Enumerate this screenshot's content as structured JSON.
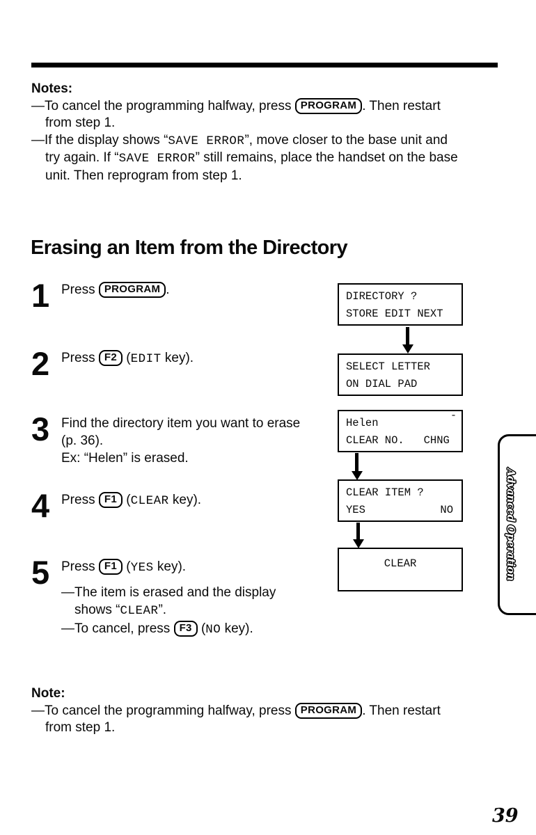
{
  "notes_top": {
    "title": "Notes:",
    "item1": {
      "pre": "—To cancel the programming halfway, press",
      "key": "PROGRAM",
      "post": ". Then restart",
      "cont": "from step 1."
    },
    "item2": {
      "l1_a": "—If the display shows “",
      "l1_code": "SAVE ERROR",
      "l1_b": "”, move closer to the base unit and",
      "l2_a": "try again. If “",
      "l2_code": "SAVE ERROR",
      "l2_b": "” still remains, place the handset on the base",
      "l3": "unit. Then reprogram from step 1."
    }
  },
  "section": {
    "heading": "Erasing an Item from the Directory"
  },
  "steps": [
    {
      "num": "1",
      "pre": "Press",
      "key": "PROGRAM",
      "post": "."
    },
    {
      "num": "2",
      "pre": "Press",
      "key": "F2",
      "mid": "(",
      "code": "EDIT",
      "post": " key)."
    },
    {
      "num": "3",
      "line1": "Find the directory item you want to erase",
      "line2": "(p. 36).",
      "line3": "Ex: “Helen” is erased."
    },
    {
      "num": "4",
      "pre": "Press",
      "key": "F1",
      "mid": "(",
      "code": "CLEAR",
      "post": " key)."
    },
    {
      "num": "5",
      "pre": "Press",
      "key": "F1",
      "mid": "(",
      "code": "YES",
      "post": " key).",
      "sub1": {
        "line1": "—The item is erased and the display",
        "line2_pre": "shows “",
        "code": "CLEAR",
        "line2_post": "”."
      },
      "sub2": {
        "a": "—To cancel, press",
        "key": "F3",
        "mid": "(",
        "code": "NO",
        "post": " key)."
      }
    }
  ],
  "displays": [
    {
      "line1": "DIRECTORY ?",
      "line2": "STORE EDIT NEXT"
    },
    {
      "line1": "SELECT LETTER",
      "line2": "ON DIAL PAD"
    },
    {
      "line1": "Helen",
      "cursor": "-",
      "line2": "CLEAR NO.   CHNG"
    },
    {
      "line1": "CLEAR ITEM ?",
      "line2_left": "YES",
      "line2_right": "NO"
    },
    {
      "line1": "CLEAR"
    }
  ],
  "note_bottom": {
    "title": "Note:",
    "item1": {
      "pre": "—To cancel the programming halfway, press",
      "key": "PROGRAM",
      "post": ". Then restart",
      "cont": "from step 1."
    }
  },
  "side_tab": {
    "label": "Advanced Operation"
  },
  "footer": {
    "page_number": "39"
  }
}
